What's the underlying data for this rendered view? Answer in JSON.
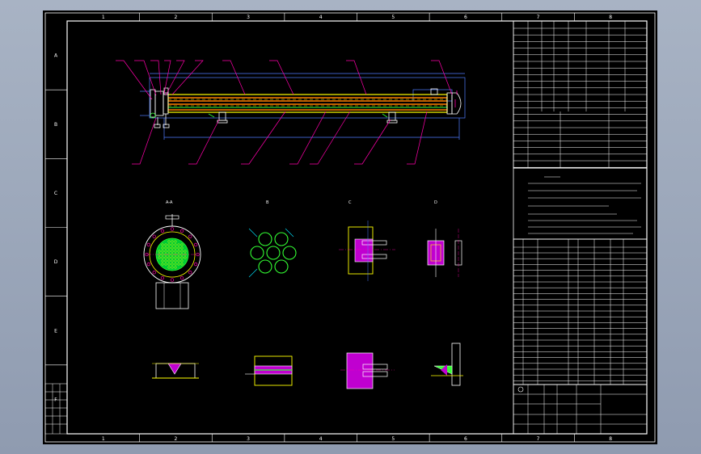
{
  "colors": {
    "background": "#000000",
    "frame": "#ffffff",
    "shell": "#ffff00",
    "tubes": "#ff8000",
    "tube_inner": "#33ff33",
    "leader": "#ff00aa",
    "dim": "#4f7cff",
    "cyan": "#00e5ff",
    "green": "#00ff3c",
    "magenta": "#c000d0",
    "white": "#ffffff"
  },
  "frame": {
    "top_zones": [
      "1",
      "2",
      "3",
      "4",
      "5",
      "6",
      "7",
      "8"
    ],
    "bottom_zones": [
      "1",
      "2",
      "3",
      "4",
      "5",
      "6",
      "7",
      "8"
    ],
    "side_zones": [
      "A",
      "B",
      "C",
      "D",
      "E",
      "F"
    ]
  },
  "icons": {
    "viewport": "cad-viewport",
    "main_view": "heat-exchanger-elevation",
    "section_a": "tubesheet-section-icon",
    "section_b": "tube-layout-icon",
    "detail_c": "flange-detail-icon",
    "detail_d": "support-detail-icon",
    "weld_details": "weld-detail-icon",
    "tables": "drawing-tables"
  }
}
